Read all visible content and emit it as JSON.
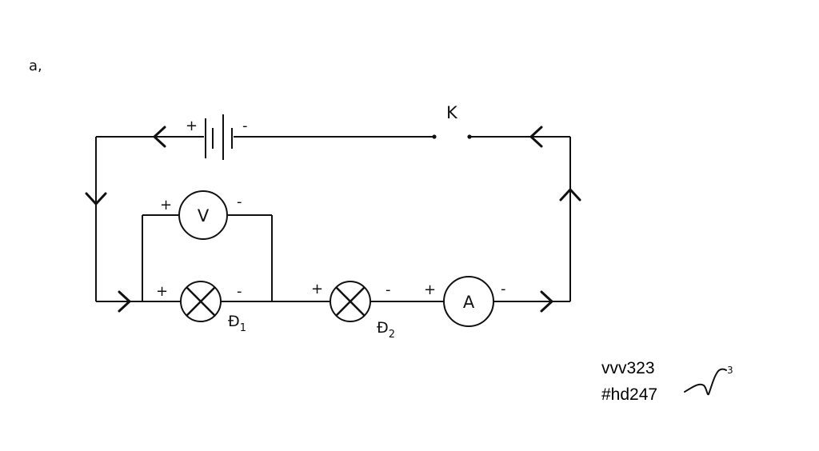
{
  "part_label": "a,",
  "battery": {
    "plus": "+",
    "minus": "-"
  },
  "switch": {
    "label": "K"
  },
  "voltmeter": {
    "symbol": "V",
    "plus": "+",
    "minus": "-"
  },
  "lamp1": {
    "plus": "+",
    "minus": "-",
    "name": "Đ",
    "subscript": "1"
  },
  "lamp2": {
    "plus": "+",
    "minus": "-",
    "name": "Đ",
    "subscript": "2"
  },
  "ammeter": {
    "symbol": "A",
    "plus": "+",
    "minus": "-"
  },
  "credit": {
    "line1": "vvv323",
    "line2": "#hd247",
    "signature_mark": "3"
  }
}
